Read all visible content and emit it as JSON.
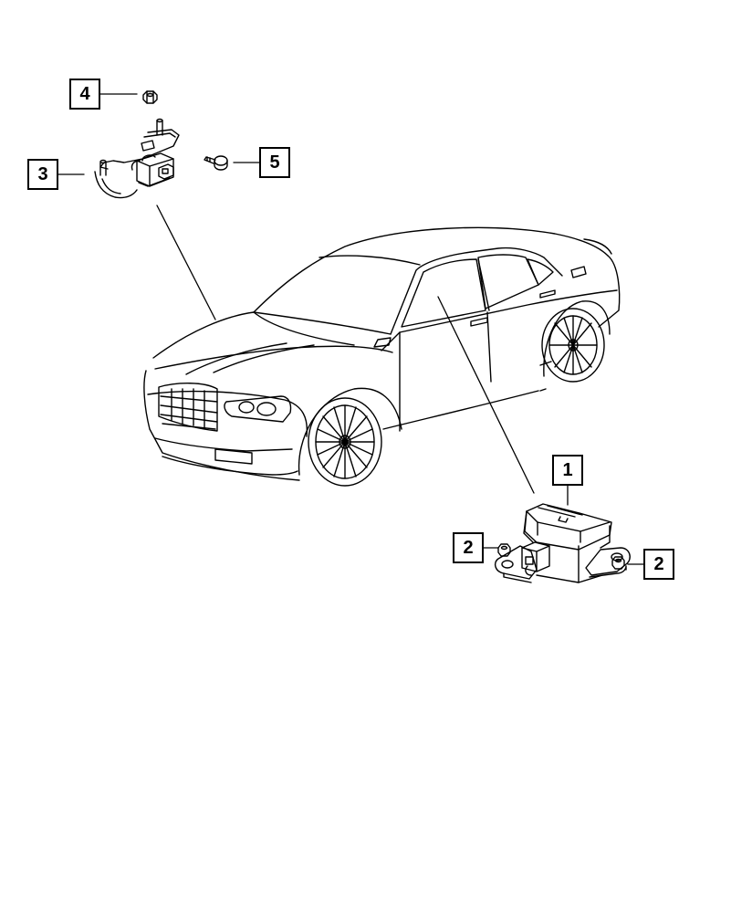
{
  "callouts": {
    "c1": "1",
    "c2_left": "2",
    "c2_right": "2",
    "c3": "3",
    "c4": "4",
    "c5": "5"
  },
  "colors": {
    "line": "#000000",
    "background": "#ffffff"
  },
  "parts": [
    "sensor-module",
    "hex-nut",
    "sensor-bracket-assembly",
    "bracket-nut",
    "mounting-screw",
    "sedan-vehicle"
  ]
}
